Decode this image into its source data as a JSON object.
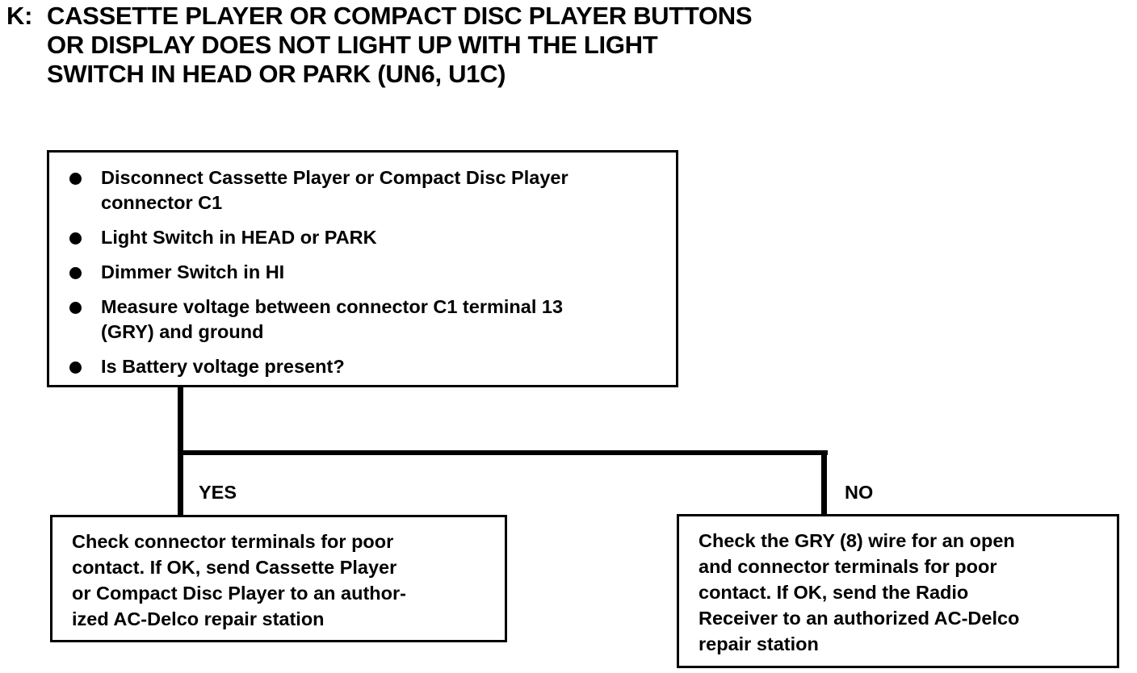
{
  "title": {
    "letter": "K:",
    "lines": [
      "CASSETTE PLAYER OR COMPACT DISC PLAYER BUTTONS",
      "OR DISPLAY DOES NOT LIGHT UP WITH THE LIGHT",
      "SWITCH IN HEAD OR PARK (UN6, U1C)"
    ]
  },
  "test_step": {
    "items": [
      {
        "lines": [
          "Disconnect Cassette Player or Compact Disc Player",
          "connector C1"
        ]
      },
      {
        "lines": [
          "Light Switch in HEAD or PARK"
        ]
      },
      {
        "lines": [
          "Dimmer Switch in HI"
        ]
      },
      {
        "lines": [
          "Measure voltage between connector C1 terminal 13",
          "(GRY) and ground"
        ]
      },
      {
        "lines": [
          "Is Battery voltage present?"
        ]
      }
    ]
  },
  "branches": {
    "yes": {
      "label": "YES",
      "lines": [
        "Check connector terminals for poor",
        "contact. If OK, send Cassette Player",
        "or Compact Disc Player to an author-",
        "ized AC-Delco repair station"
      ]
    },
    "no": {
      "label": "NO",
      "lines": [
        "Check the GRY (8) wire for an open",
        "and connector terminals for poor",
        "contact. If OK, send the Radio",
        "Receiver to an authorized AC-Delco",
        "repair station"
      ]
    }
  },
  "colors": {
    "ink": "#000000",
    "background": "#ffffff"
  }
}
